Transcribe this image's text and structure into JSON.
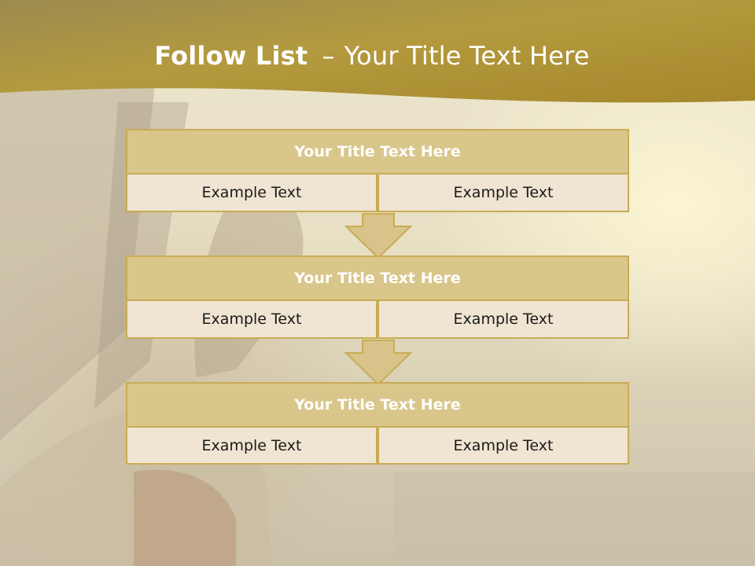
{
  "title": {
    "bold": "Follow List",
    "separator": "–",
    "rest": "Your Title Text Here"
  },
  "colors": {
    "header": "#b8992f",
    "block_title_fill": "#d9c68b",
    "cell_fill": "#efe5d2",
    "border": "#c9ac55",
    "arrow_fill": "#d8c48a"
  },
  "steps": [
    {
      "title": "Your Title Text Here",
      "left": "Example Text",
      "right": "Example Text"
    },
    {
      "title": "Your Title Text Here",
      "left": "Example Text",
      "right": "Example Text"
    },
    {
      "title": "Your Title Text Here",
      "left": "Example Text",
      "right": "Example Text"
    }
  ]
}
